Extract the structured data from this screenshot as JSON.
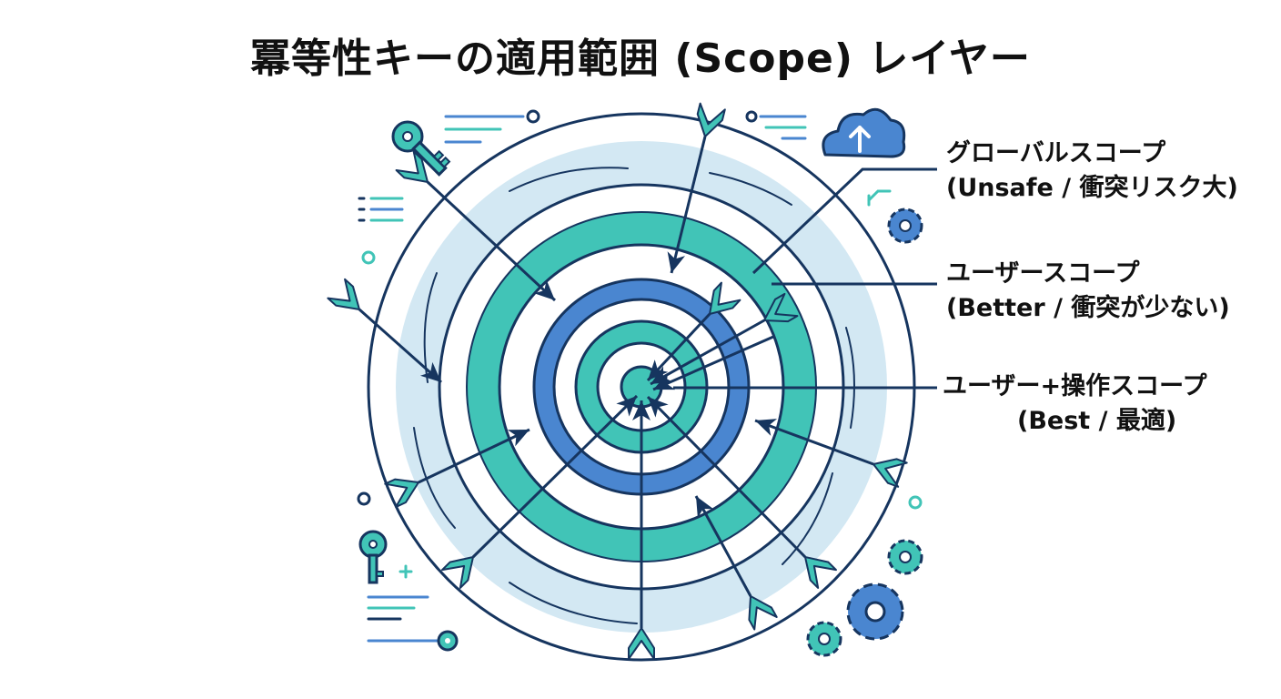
{
  "title": "冪等性キーの適用範囲 (Scope) レイヤー",
  "scopes": [
    {
      "name": "グローバルスコープ",
      "note": "(Unsafe / 衝突リスク大)"
    },
    {
      "name": "ユーザースコープ",
      "note": "(Better / 衝突が少ない)"
    },
    {
      "name": "ユーザー+操作スコープ",
      "note": "(Best / 最適)"
    }
  ],
  "colors": {
    "navy": "#16355f",
    "teal": "#41c4b7",
    "light_blue": "#d3e8f3",
    "blue": "#4a86d0",
    "text": "#111111"
  },
  "icons": [
    "key-icon",
    "cloud-upload-icon",
    "gear-icon",
    "arrow-icon"
  ]
}
